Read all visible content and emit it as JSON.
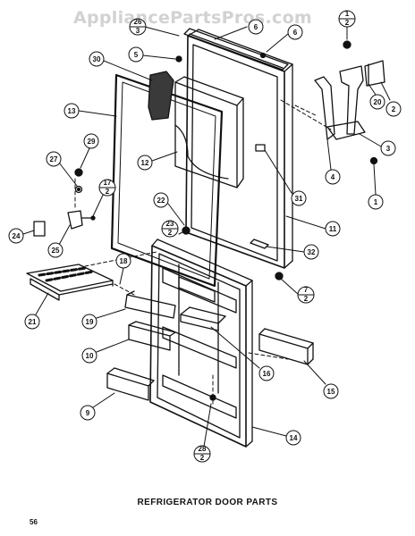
{
  "watermark": "AppliancePartsPros.com",
  "caption": "REFRIGERATOR DOOR PARTS",
  "page_number": "56",
  "callouts": [
    {
      "id": "c26-3",
      "top": "26",
      "bottom": "3"
    },
    {
      "id": "c6a",
      "label": "6"
    },
    {
      "id": "c1-2",
      "top": "1",
      "bottom": "2"
    },
    {
      "id": "c30",
      "label": "30"
    },
    {
      "id": "c5",
      "label": "5"
    },
    {
      "id": "c6b",
      "label": "6"
    },
    {
      "id": "c13",
      "label": "13"
    },
    {
      "id": "c20",
      "label": "20"
    },
    {
      "id": "c2",
      "label": "2"
    },
    {
      "id": "c3",
      "label": "3"
    },
    {
      "id": "c12",
      "label": "12"
    },
    {
      "id": "c4",
      "label": "4"
    },
    {
      "id": "c29",
      "label": "29"
    },
    {
      "id": "c27",
      "label": "27"
    },
    {
      "id": "c31",
      "label": "31"
    },
    {
      "id": "c1",
      "label": "1"
    },
    {
      "id": "c17-2",
      "top": "17",
      "bottom": "2"
    },
    {
      "id": "c22",
      "label": "22"
    },
    {
      "id": "c23-2",
      "top": "23",
      "bottom": "2"
    },
    {
      "id": "c11",
      "label": "11"
    },
    {
      "id": "c24",
      "label": "24"
    },
    {
      "id": "c25",
      "label": "25"
    },
    {
      "id": "c32",
      "label": "32"
    },
    {
      "id": "c18",
      "label": "18"
    },
    {
      "id": "c7-2",
      "top": "7",
      "bottom": "2"
    },
    {
      "id": "c21",
      "label": "21"
    },
    {
      "id": "c19",
      "label": "19"
    },
    {
      "id": "c10",
      "label": "10"
    },
    {
      "id": "c16",
      "label": "16"
    },
    {
      "id": "c15",
      "label": "15"
    },
    {
      "id": "c9",
      "label": "9"
    },
    {
      "id": "c14",
      "label": "14"
    },
    {
      "id": "c28-2",
      "top": "28",
      "bottom": "2"
    }
  ]
}
